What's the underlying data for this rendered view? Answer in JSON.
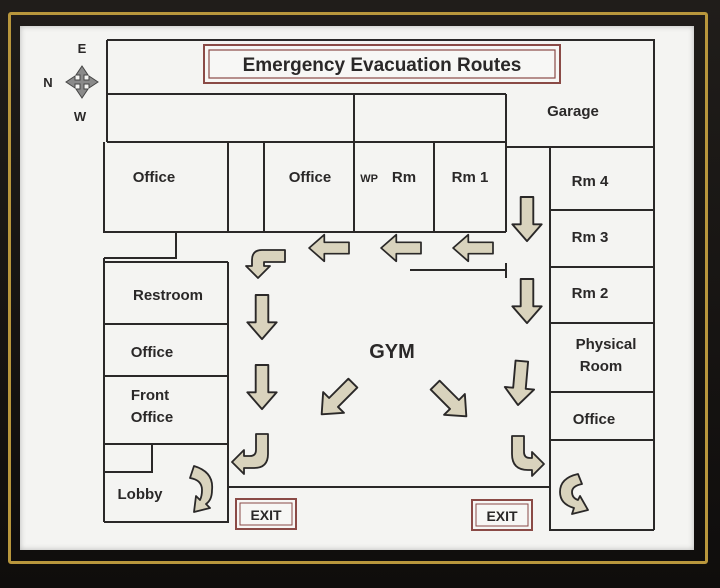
{
  "title": "Emergency Evacuation Routes",
  "compass": {
    "east": "E",
    "north": "N",
    "west": "W"
  },
  "rooms": {
    "garage": "Garage",
    "office_1": "Office",
    "office_2": "Office",
    "wp_prefix": "WP",
    "wp_room": "Rm",
    "rm1": "Rm 1",
    "rm4": "Rm 4",
    "rm3": "Rm 3",
    "rm2": "Rm 2",
    "restroom": "Restroom",
    "office_3": "Office",
    "front_office_line1": "Front",
    "front_office_line2": "Office",
    "lobby": "Lobby",
    "physical_line1": "Physical",
    "physical_line2": "Room",
    "office_4": "Office",
    "gym": "GYM"
  },
  "exits": {
    "left": "EXIT",
    "right": "EXIT"
  },
  "colors": {
    "arrow_fill": "#d9d3bd",
    "title_border": "#8a4a46",
    "frame_gold": "#b8963c",
    "paper": "#f4f4f2",
    "line": "#2a2828"
  }
}
